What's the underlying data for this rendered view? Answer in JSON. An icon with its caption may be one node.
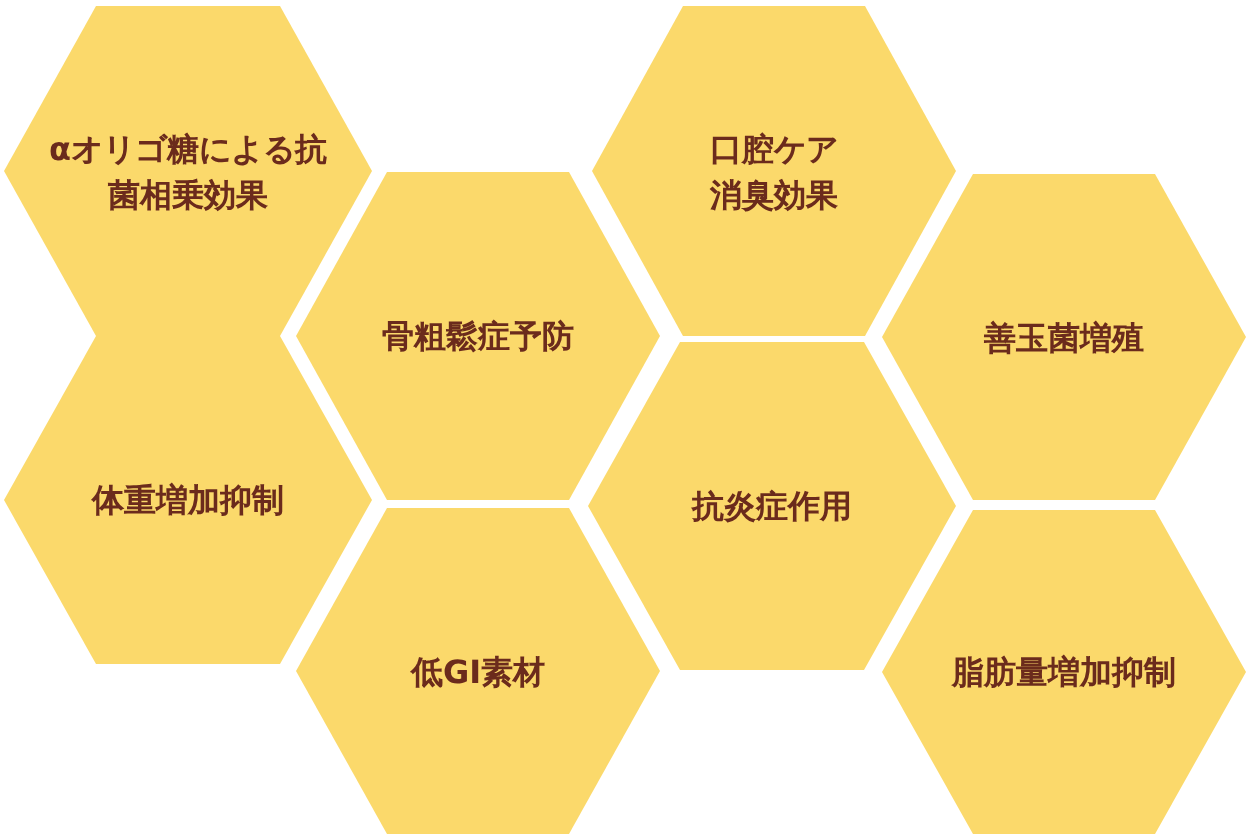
{
  "diagram": {
    "nodes": [
      {
        "text": [
          "αオリゴ糖による抗菌相乗効果"
        ]
      },
      {
        "text": [
          "口腔ケア消臭効果"
        ]
      },
      {
        "text": [
          "骨粗鬆症予防"
        ]
      },
      {
        "text": [
          "善玉菌増殖"
        ]
      },
      {
        "text": [
          "体重増加抑制"
        ]
      },
      {
        "text": [
          "抗炎症作用"
        ]
      },
      {
        "text": [
          "低GI素材"
        ]
      },
      {
        "text": [
          "脂肪量増加抑制"
        ]
      }
    ]
  }
}
